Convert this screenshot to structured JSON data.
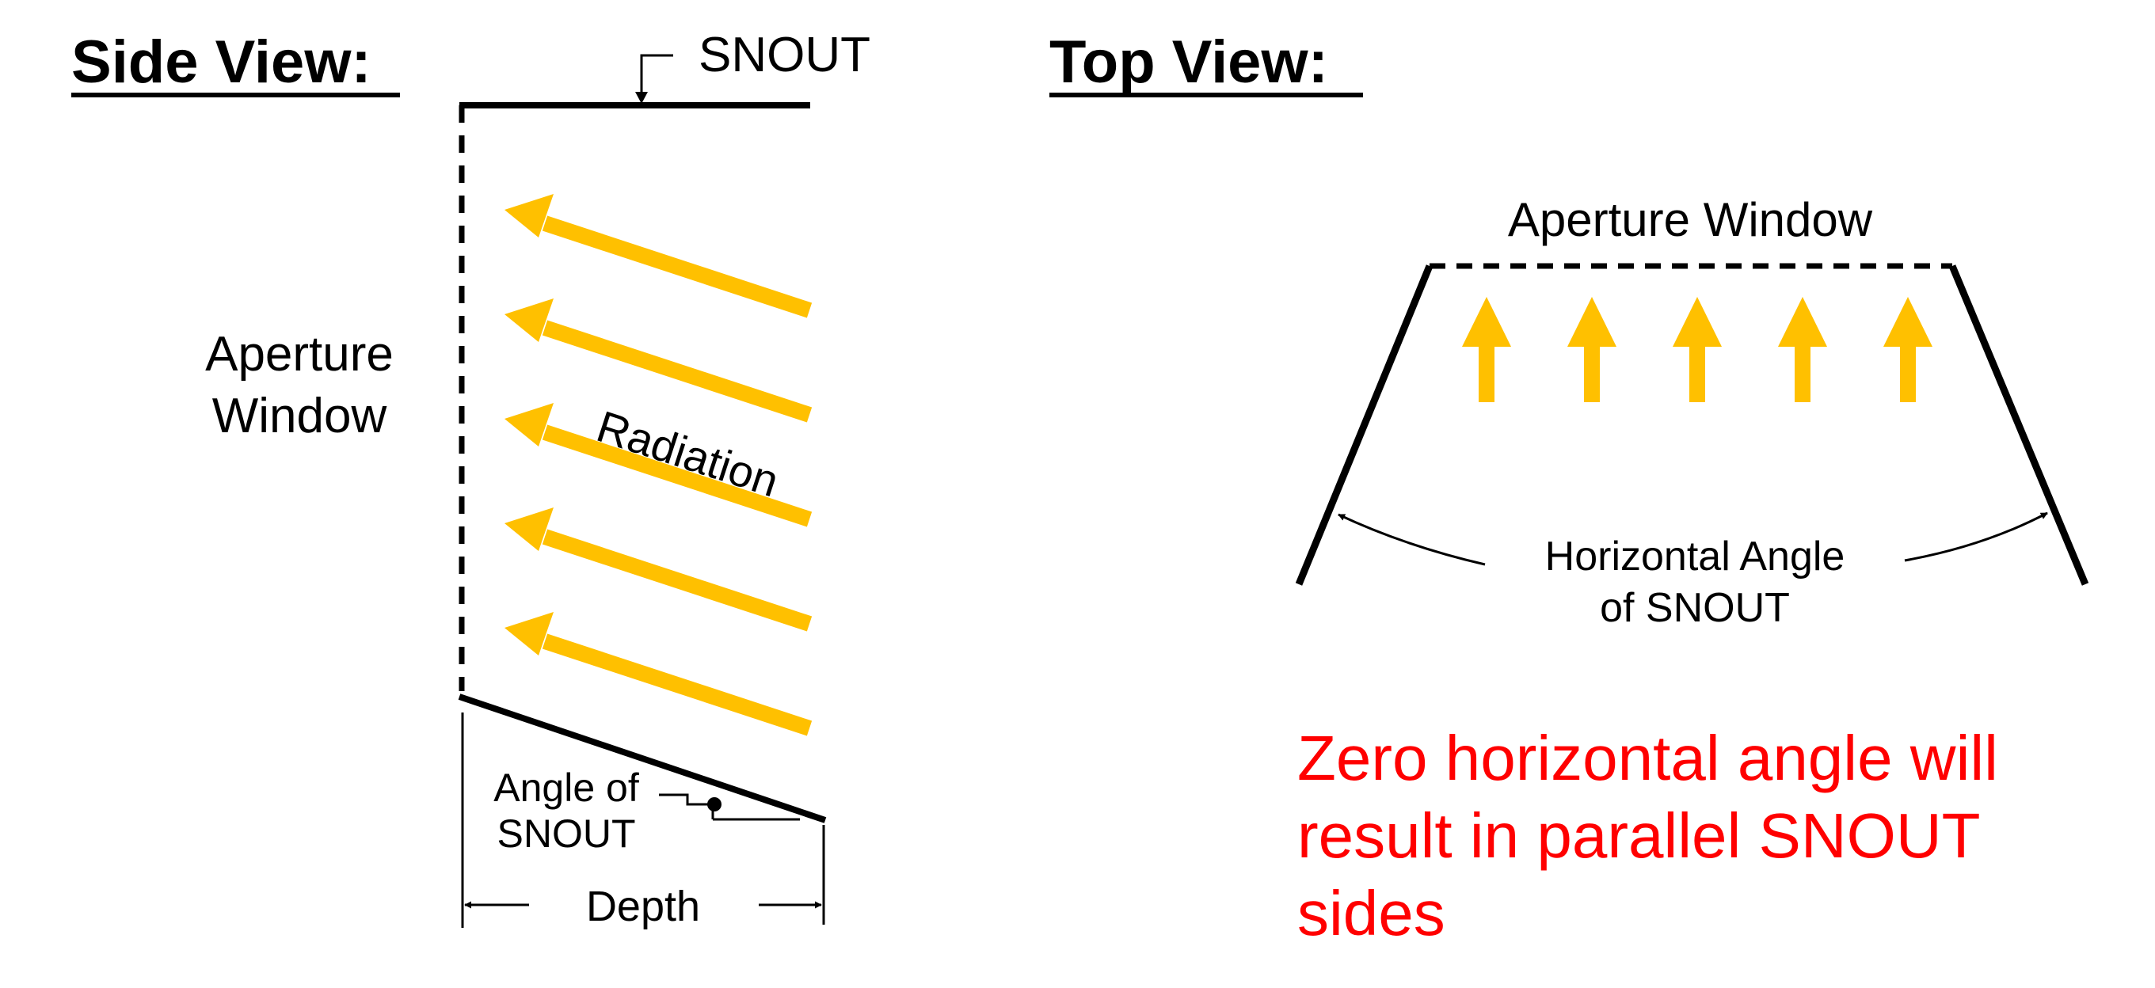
{
  "side_view": {
    "heading": "Side View:",
    "snout_label": "SNOUT",
    "aperture_label_line1": "Aperture",
    "aperture_label_line2": "Window",
    "radiation_label": "Radiation",
    "angle_label_line1": "Angle of",
    "angle_label_line2": "SNOUT",
    "depth_label": "Depth"
  },
  "top_view": {
    "heading": "Top View:",
    "aperture_label": "Aperture Window",
    "horizontal_angle_line1": "Horizontal Angle",
    "horizontal_angle_line2": "of SNOUT"
  },
  "note": {
    "line1": "Zero horizontal angle will",
    "line2": "result in parallel SNOUT",
    "line3": "sides"
  },
  "colors": {
    "radiation": "#ffc000",
    "note_text": "#ff0000",
    "lines": "#000000"
  }
}
